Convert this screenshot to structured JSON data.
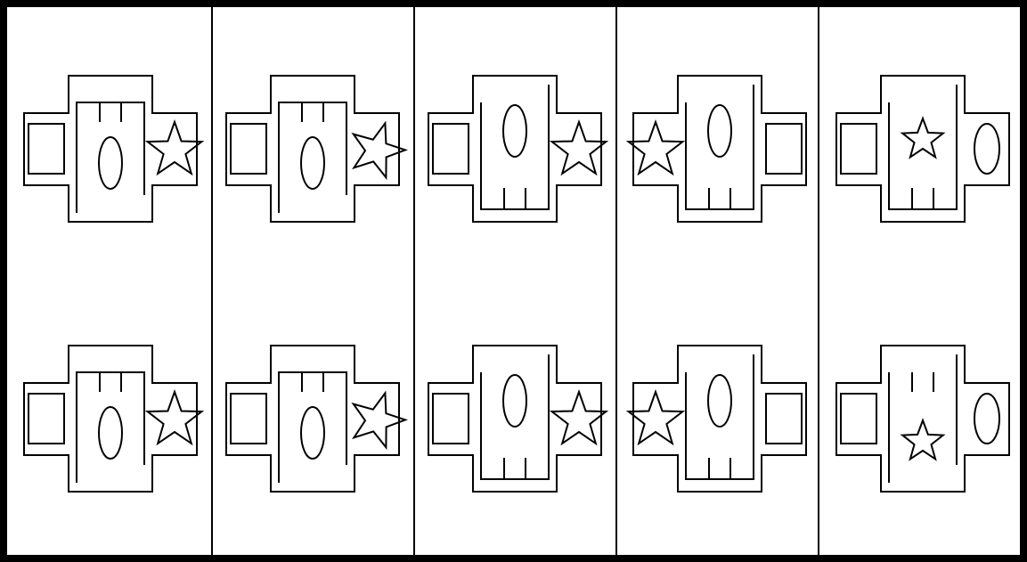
{
  "figure": {
    "columns": 5,
    "rows": 2,
    "colors": {
      "stroke": "#000000",
      "background": "#ffffff"
    },
    "icon_names": [
      "cross-frame-icon",
      "square-icon",
      "ellipse-icon",
      "star-icon",
      "tick-marks-icon"
    ],
    "panels": [
      {
        "column": 1,
        "top": {
          "slot_left": "square",
          "slot_right": "star",
          "star_variant": "upright",
          "ellipse_pos": "lower",
          "ticks_pos": "top",
          "inner_frame": "vertical-lines-with-top-bar"
        },
        "bottom": {
          "slot_left": "square",
          "slot_right": "star",
          "star_variant": "upright",
          "ellipse_pos": "lower",
          "ticks_pos": "top",
          "inner_frame": "vertical-lines-with-top-bar"
        }
      },
      {
        "column": 2,
        "top": {
          "slot_left": "square",
          "slot_right": "star",
          "star_variant": "rotated",
          "ellipse_pos": "lower",
          "ticks_pos": "top",
          "inner_frame": "vertical-lines-with-top-bar"
        },
        "bottom": {
          "slot_left": "square",
          "slot_right": "star",
          "star_variant": "rotated",
          "ellipse_pos": "lower",
          "ticks_pos": "top",
          "inner_frame": "vertical-lines-with-top-bar"
        }
      },
      {
        "column": 3,
        "top": {
          "slot_left": "square",
          "slot_right": "star",
          "star_variant": "upright",
          "ellipse_pos": "upper",
          "ticks_pos": "bottom",
          "inner_frame": "vertical-lines-with-bottom-bar"
        },
        "bottom": {
          "slot_left": "square",
          "slot_right": "star",
          "star_variant": "upright",
          "ellipse_pos": "upper",
          "ticks_pos": "bottom",
          "inner_frame": "vertical-lines-with-bottom-bar"
        }
      },
      {
        "column": 4,
        "top": {
          "slot_left": "star",
          "slot_right": "square",
          "star_variant": "upright",
          "ellipse_pos": "upper",
          "ticks_pos": "bottom",
          "inner_frame": "vertical-lines-with-bottom-bar"
        },
        "bottom": {
          "slot_left": "star",
          "slot_right": "square",
          "star_variant": "upright",
          "ellipse_pos": "upper",
          "ticks_pos": "bottom",
          "inner_frame": "vertical-lines-with-bottom-bar"
        }
      },
      {
        "column": 5,
        "top": {
          "slot_left": "square",
          "slot_right": "ellipse",
          "star_variant": "upright",
          "center_item": "star-upper",
          "ticks_pos": "bottom",
          "inner_frame": "vertical-lines-with-bottom-bar"
        },
        "bottom": {
          "slot_left": "square",
          "slot_right": "ellipse",
          "star_variant": "upright",
          "center_item": "star-lower",
          "ticks_pos": "top",
          "inner_frame": "vertical-lines"
        }
      }
    ]
  }
}
